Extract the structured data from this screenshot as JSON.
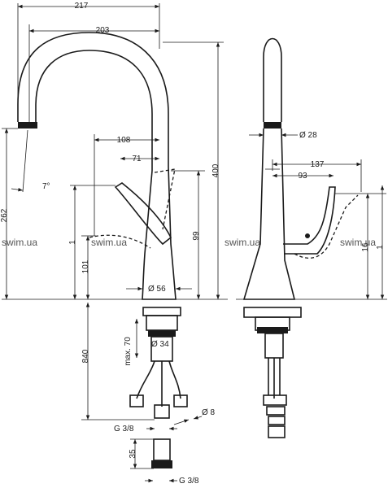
{
  "watermark": "swim.ua",
  "front_view": {
    "dims": {
      "total_reach": "217",
      "spout_reach": "203",
      "height_total": "400",
      "spout_height": "262",
      "lever_reach": "108",
      "lever_offset": "71",
      "swivel_angle": "7°",
      "body_height": "99",
      "base_height": "101",
      "lever_height": "1",
      "base_diameter": "Ø 56",
      "supply_length": "840",
      "max_thickness": "max. 70",
      "mount_diameter": "Ø 34",
      "hose_diameter": "Ø 8",
      "thread_top": "G 3/8",
      "connector_length": "35",
      "thread_bottom": "G 3/8"
    }
  },
  "side_view": {
    "dims": {
      "spout_diameter": "Ø 28",
      "lever_reach": "137",
      "lever_offset": "93",
      "right_height_a": "16",
      "right_height_b": "1"
    }
  }
}
